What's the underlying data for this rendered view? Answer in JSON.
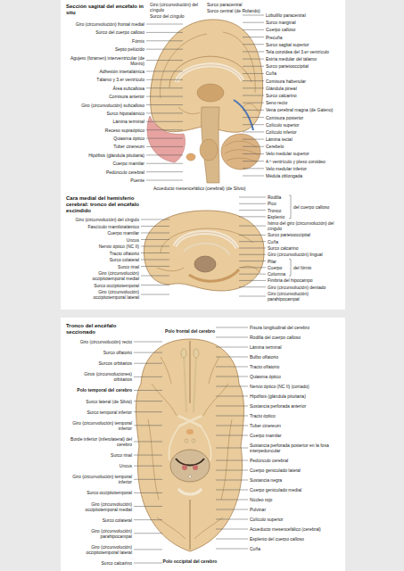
{
  "diagram": {
    "labels": [
      "Sección sagital del encéfalo in situ",
      "Giro (circunvolución) del cíngulo",
      "Surco del cíngulo",
      "Surco paracentral",
      "Surco central (de Rolando)",
      "Giro (circunvolución) frontal medial",
      "Surco del cuerpo calloso",
      "Fórnix",
      "Septo pelúcido",
      "Agujero (foramen) interventricular (de Monro)",
      "Adhesión intertalámica",
      "Tálamo y 3.er ventrículo",
      "Área subcallosa",
      "Comisura anterior",
      "Giro (circunvolución) subcalloso",
      "Surco hipotalámico",
      "Lámina terminal",
      "Receso supraóptico",
      "Quiasma óptico",
      "Tuber cinereum",
      "Hipófisis (glándula pituitaria)",
      "Cuerpo mamilar",
      "Pedúnculo cerebral",
      "Puente",
      "Lobulillo paracentral",
      "Surco marginal",
      "Cuerpo calloso",
      "Precuña",
      "Surco sagital superior",
      "Tela coroidea del 3.er ventrículo",
      "Estría medular del tálamo",
      "Surco parietooccipital",
      "Cuña",
      "Comisura habenular",
      "Glándula pineal",
      "Surco calcarino",
      "Seno recto",
      "Vena cerebral magna (de Galeno)",
      "Comisura posterior",
      "Colículo superior",
      "Colículo inferior",
      "Lámina tectal",
      "Cerebelo",
      "Velo medular superior",
      "4.º ventrículo y plexo coroideo",
      "Velo medular inferior",
      "Médula oblongada",
      "Acueducto mesencefálico (cerebral) (de Silvio)",
      "Cara medial del hemisferio cerebral: tronco del encéfalo escindido",
      "Giro (circunvolución) del cíngulo",
      "Fascículo mamilotalámico",
      "Cuerpo mamilar",
      "Uncus",
      "Nervio óptico (NC II)",
      "Tracto olfatorio",
      "Surco colateral",
      "Surco rinal",
      "Giro (circunvolución) occipitotemporal medial",
      "Surco occipitotemporal",
      "Giro (circunvolución) occipitotemporal lateral",
      "Rodilla",
      "Pico",
      "Tronco",
      "Esplenio",
      "del cuerpo calloso",
      "Istmo del giro (circunvolución) del cíngulo",
      "Surco parietooccipital",
      "Cuña",
      "Surco calcarino",
      "Giro (circunvolución) lingual",
      "Pilar",
      "Cuerpo",
      "Columna",
      "del fórnix",
      "Fimbria del hipocampo",
      "Giro (circunvolución) dentado",
      "Giro (circunvolución) parahipocampal",
      "Tronco del encéfalo seccionado",
      "Polo frontal del cerebro",
      "Giro (circunvolución) recto",
      "Surco olfatorio",
      "Surcos orbitarios",
      "Giros (circunvoluciones) orbitarios",
      "Polo temporal del cerebro",
      "Surco lateral (de Silvio)",
      "Surco temporal inferior",
      "Giro (circunvolución) temporal inferior",
      "Borde inferior (inferolateral) del cerebro",
      "Surco rinal",
      "Uncus",
      "Giro (circunvolución) temporal inferior",
      "Surco occipitotemporal",
      "Giro (circunvolución) occipitotemporal medial",
      "Surco colateral",
      "Giro (circunvolución) parahipocampal",
      "Giro (circunvolución) occipitotemporal lateral",
      "Surco calcarino",
      "Fisura longitudinal del cerebro",
      "Rodilla del cuerpo calloso",
      "Lámina terminal",
      "Bulbo olfatorio",
      "Tracto olfatorio",
      "Quiasma óptico",
      "Nervio óptico (NC II) (cortado)",
      "Hipófisis (glándula pituitaria)",
      "Sustancia perforada anterior",
      "Tracto óptico",
      "Tuber cinereum",
      "Cuerpo mamilar",
      "Sustancia perforada posterior en la fosa interpeduncular",
      "Pedúnculo cerebral",
      "Cuerpo geniculado lateral",
      "Sustancia negra",
      "Cuerpo geniculado medial",
      "Núcleo rojo",
      "Pulvinar",
      "Colículo superior",
      "Acueducto mesencefálico (cerebral)",
      "Esplenio del cuerpo calloso",
      "Cuña",
      "Polo occipital del cerebro"
    ]
  }
}
